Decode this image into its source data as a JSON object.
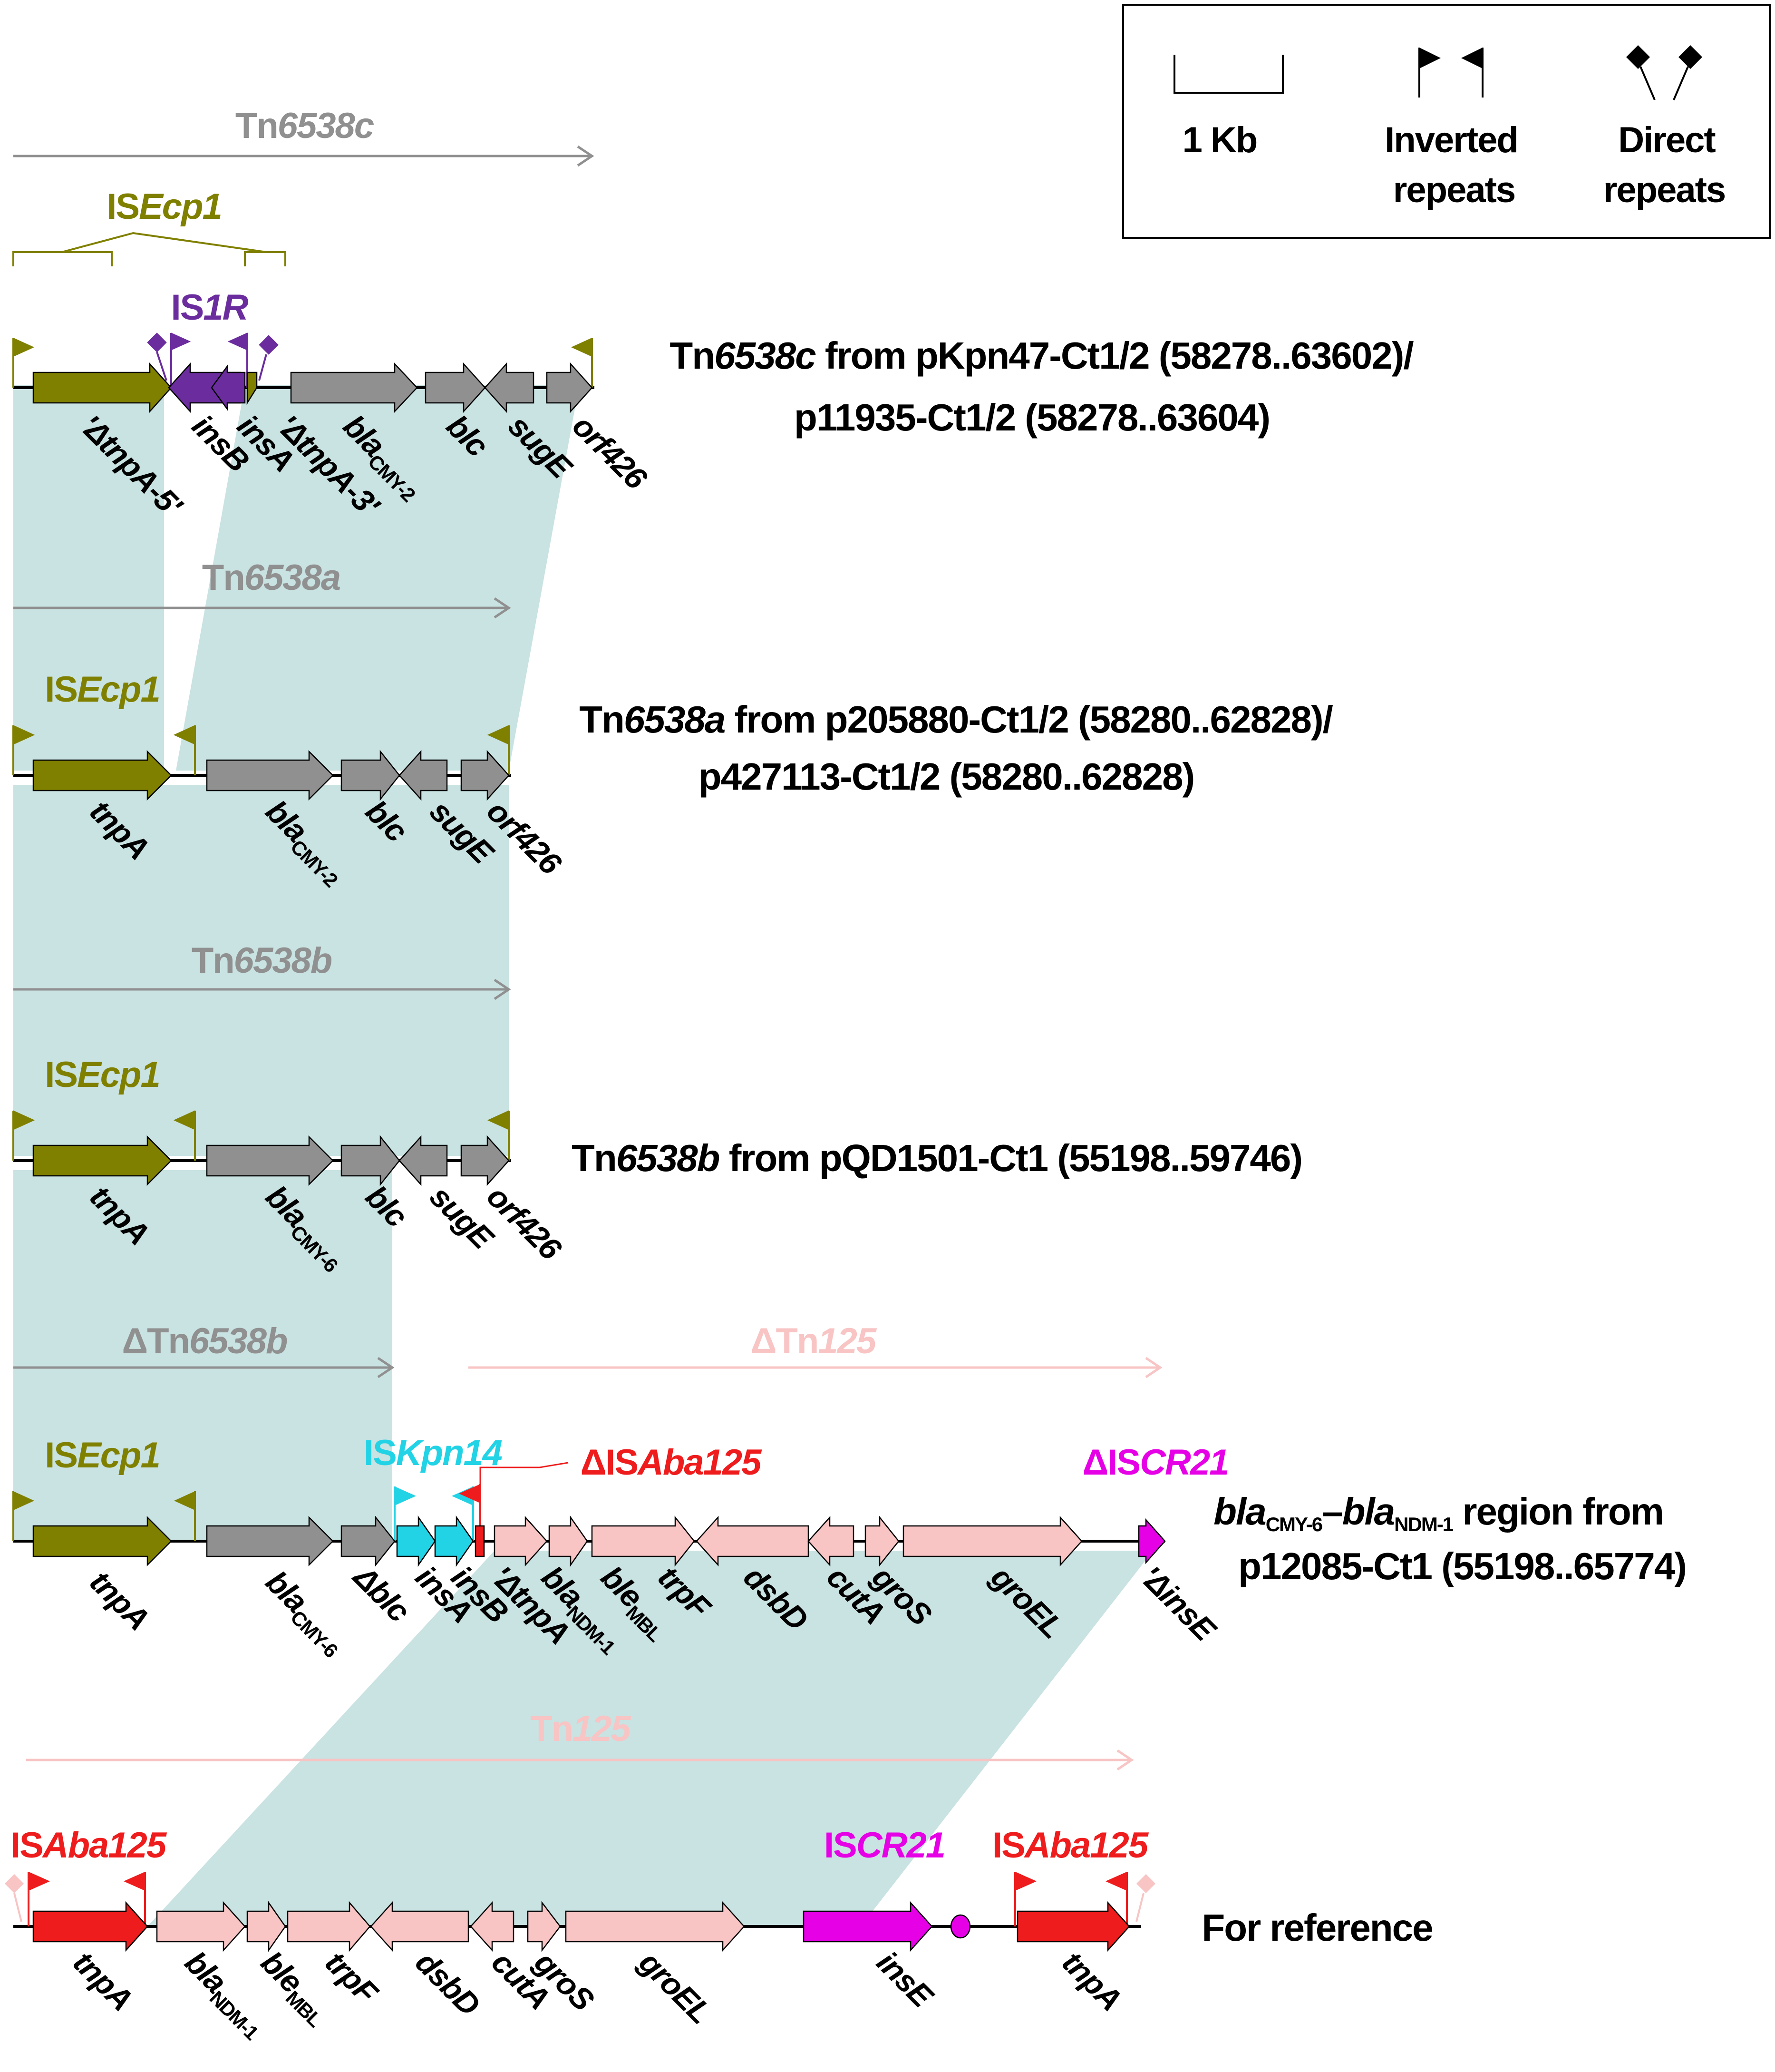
{
  "colors": {
    "isecp1": "#808000",
    "is1r": "#6b2d9e",
    "grey": "#909090",
    "iskpn14": "#22d3e6",
    "isaba125": "#ee1c1c",
    "tn125": "#f8c4c4",
    "iscr21": "#e600e6",
    "shade": "#c9e2e2"
  },
  "legend": {
    "scale": "1 Kb",
    "ir1": "Inverted",
    "ir2": "repeats",
    "dr1": "Direct",
    "dr2": "repeats"
  },
  "rows": {
    "c": {
      "tn_prefix": "Tn",
      "tn_italic": "6538c",
      "is_prefix": "IS",
      "is_italic": "Ecp1",
      "is1r_prefix": "IS",
      "is1r_italic": "1R",
      "title1_prefix": "Tn",
      "title1_italic": "6538c",
      "title1_rest": " from pKpn47-Ct1/2 (58278..63602)/",
      "title2": "p11935-Ct1/2 (58278..63604)",
      "genes": {
        "g1": "'ΔtnpA-5'",
        "g2": "insB",
        "g3": "insA",
        "g4": "'ΔtnpA-3'",
        "g5": "bla",
        "g5_sub": "CMY-2",
        "g6": "blc",
        "g7": "sugE",
        "g8": "orf426"
      }
    },
    "a": {
      "tn_prefix": "Tn",
      "tn_italic": "6538a",
      "is_prefix": "IS",
      "is_italic": "Ecp1",
      "title1_prefix": "Tn",
      "title1_italic": "6538a",
      "title1_rest": " from p205880-Ct1/2 (58280..62828)/",
      "title2": "p427113-Ct1/2 (58280..62828)",
      "genes": {
        "g1": "tnpA",
        "g2": "bla",
        "g2_sub": "CMY-2",
        "g3": "blc",
        "g4": "sugE",
        "g5": "orf426"
      }
    },
    "b": {
      "tn_prefix": "Tn",
      "tn_italic": "6538b",
      "is_prefix": "IS",
      "is_italic": "Ecp1",
      "title1_prefix": "Tn",
      "title1_italic": "6538b",
      "title1_rest": " from pQD1501-Ct1 (55198..59746)",
      "genes": {
        "g1": "tnpA",
        "g2": "bla",
        "g2_sub": "CMY-6",
        "g3": "blc",
        "g4": "sugE",
        "g5": "orf426"
      }
    },
    "d": {
      "tn_prefix": "ΔTn",
      "tn_italic": "6538b",
      "tn125_prefix": "ΔTn",
      "tn125_italic": "125",
      "is_prefix": "IS",
      "is_italic": "Ecp1",
      "iskpn_prefix": "IS",
      "iskpn_italic": "Kpn14",
      "isaba_prefix": "ΔIS",
      "isaba_italic": "Aba125",
      "iscr_prefix": "ΔIS",
      "iscr_italic": "CR21",
      "title1_a": "bla",
      "title1_a_sub": "CMY-6",
      "title1_dash": "–",
      "title1_b": "bla",
      "title1_b_sub": "NDM-1",
      "title1_rest": " region from",
      "title2": "p12085-Ct1 (55198..65774)",
      "genes": {
        "g1": "tnpA",
        "g2": "bla",
        "g2_sub": "CMY-6",
        "g3": "Δblc",
        "g4": "insA",
        "g5": "insB",
        "g6": "'ΔtnpA",
        "g7": "bla",
        "g7_sub": "NDM-1",
        "g8": "ble",
        "g8_sub": "MBL",
        "g9": "trpF",
        "g10": "dsbD",
        "g11": "cutA",
        "g12": "groS",
        "g13": "groEL",
        "g14": "'ΔinsE"
      }
    },
    "r": {
      "tn_prefix": "Tn",
      "tn_italic": "125",
      "isaba_l_prefix": "IS",
      "isaba_l_italic": "Aba125",
      "iscr_prefix": "IS",
      "iscr_italic": "CR21",
      "isaba_r_prefix": "IS",
      "isaba_r_italic": "Aba125",
      "title": "For reference",
      "genes": {
        "g1": "tnpA",
        "g2": "bla",
        "g2_sub": "NDM-1",
        "g3": "ble",
        "g3_sub": "MBL",
        "g4": "trpF",
        "g5": "dsbD",
        "g6": "cutA",
        "g7": "groS",
        "g8": "groEL",
        "g9": "insE",
        "g10": "tnpA"
      }
    }
  }
}
